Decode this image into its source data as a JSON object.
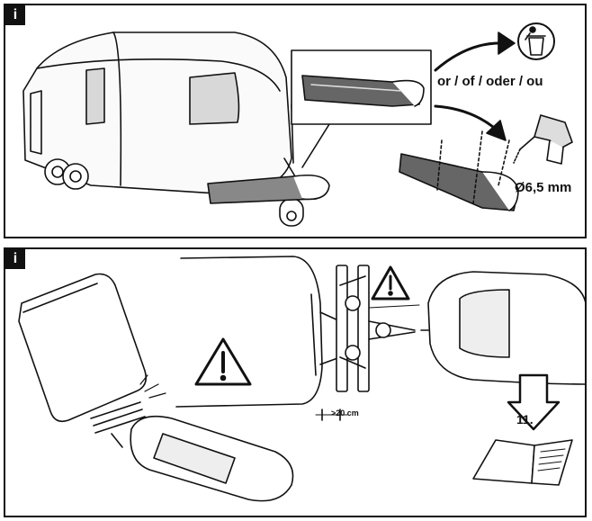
{
  "panels": [
    {
      "badge": "i"
    },
    {
      "badge": "i"
    }
  ],
  "labels": {
    "alternatives": "or / of / oder / ou",
    "drill_diameter": "Ø6,5 mm",
    "min_distance": ">20 cm",
    "next_step": "11."
  },
  "icons": [
    "caravan-icon",
    "drawbar-cover-icon",
    "trash-bin-icon",
    "drill-icon",
    "warning-icon",
    "car-icon",
    "bike-carrier-icon",
    "arrow-down-icon",
    "manual-book-icon"
  ]
}
